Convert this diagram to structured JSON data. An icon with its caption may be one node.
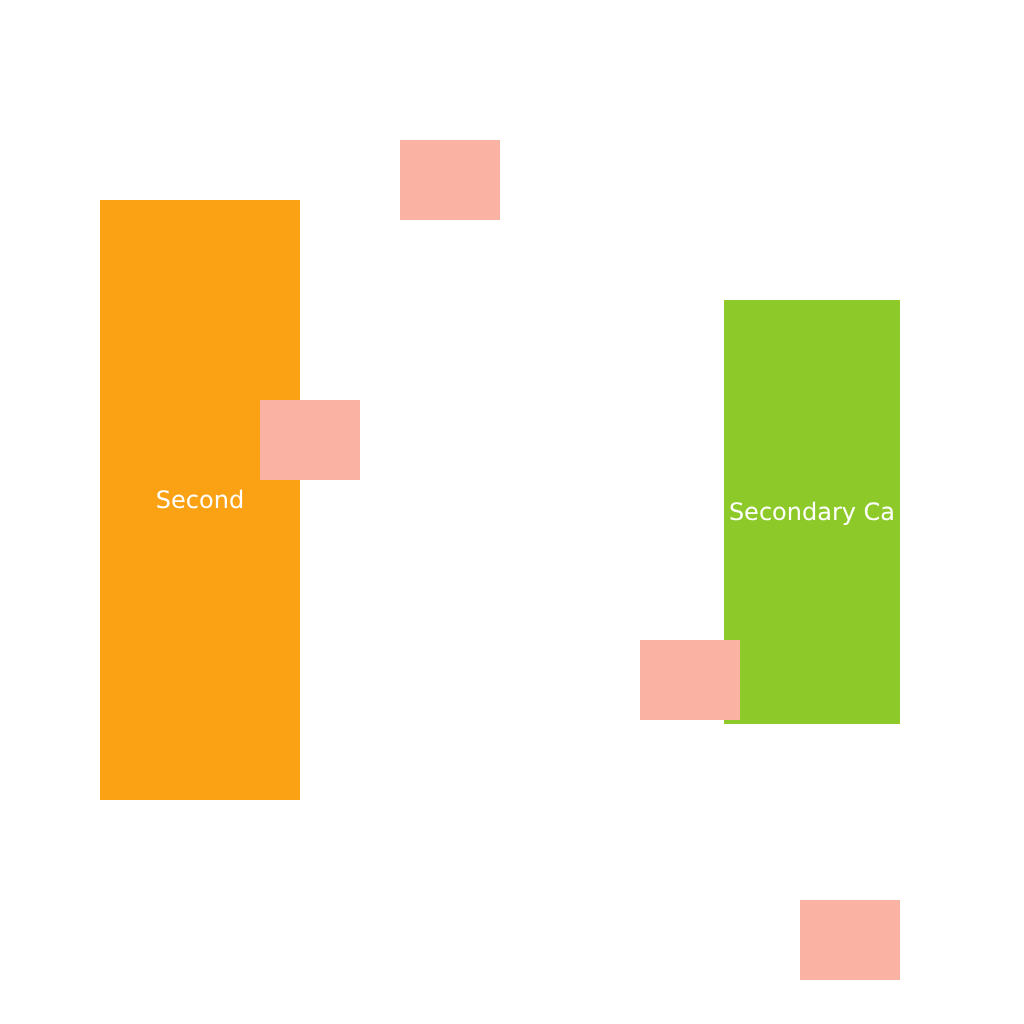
{
  "diagram": {
    "nodes": [
      {
        "text": [],
        "shape": "box"
      },
      {
        "text": [
          "Second"
        ]
      },
      {
        "text": [
          "Secondary Ca"
        ]
      },
      {
        "text": [],
        "shape": "box"
      },
      {
        "text": [],
        "shape": "box"
      },
      {
        "text": [],
        "shape": "box"
      }
    ]
  }
}
